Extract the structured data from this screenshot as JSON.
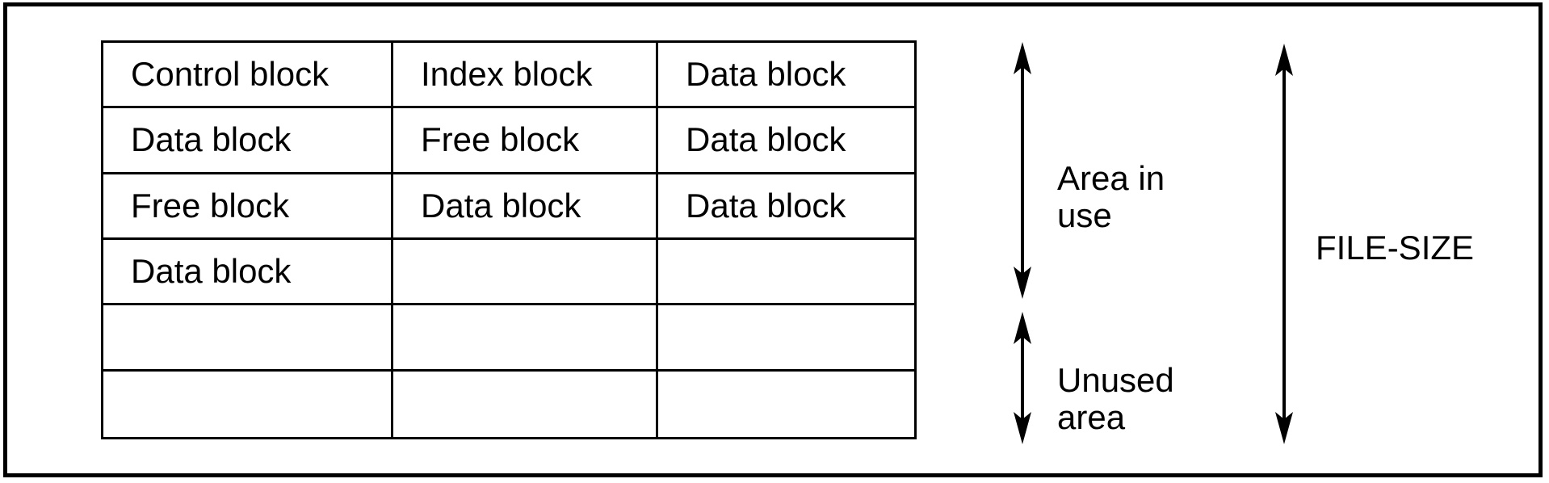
{
  "blocks_table": {
    "rows": [
      [
        "Control block",
        "Index block",
        "Data block"
      ],
      [
        "Data block",
        "Free block",
        "Data block"
      ],
      [
        "Free block",
        "Data block",
        "Data block"
      ],
      [
        "Data block",
        "",
        ""
      ],
      [
        "",
        "",
        ""
      ],
      [
        "",
        "",
        ""
      ]
    ]
  },
  "labels": {
    "area_in_use": "Area in\nuse",
    "unused_area": "Unused\narea",
    "file_size": "FILE-SIZE"
  },
  "colors": {
    "ink": "#000000",
    "background": "#ffffff"
  }
}
